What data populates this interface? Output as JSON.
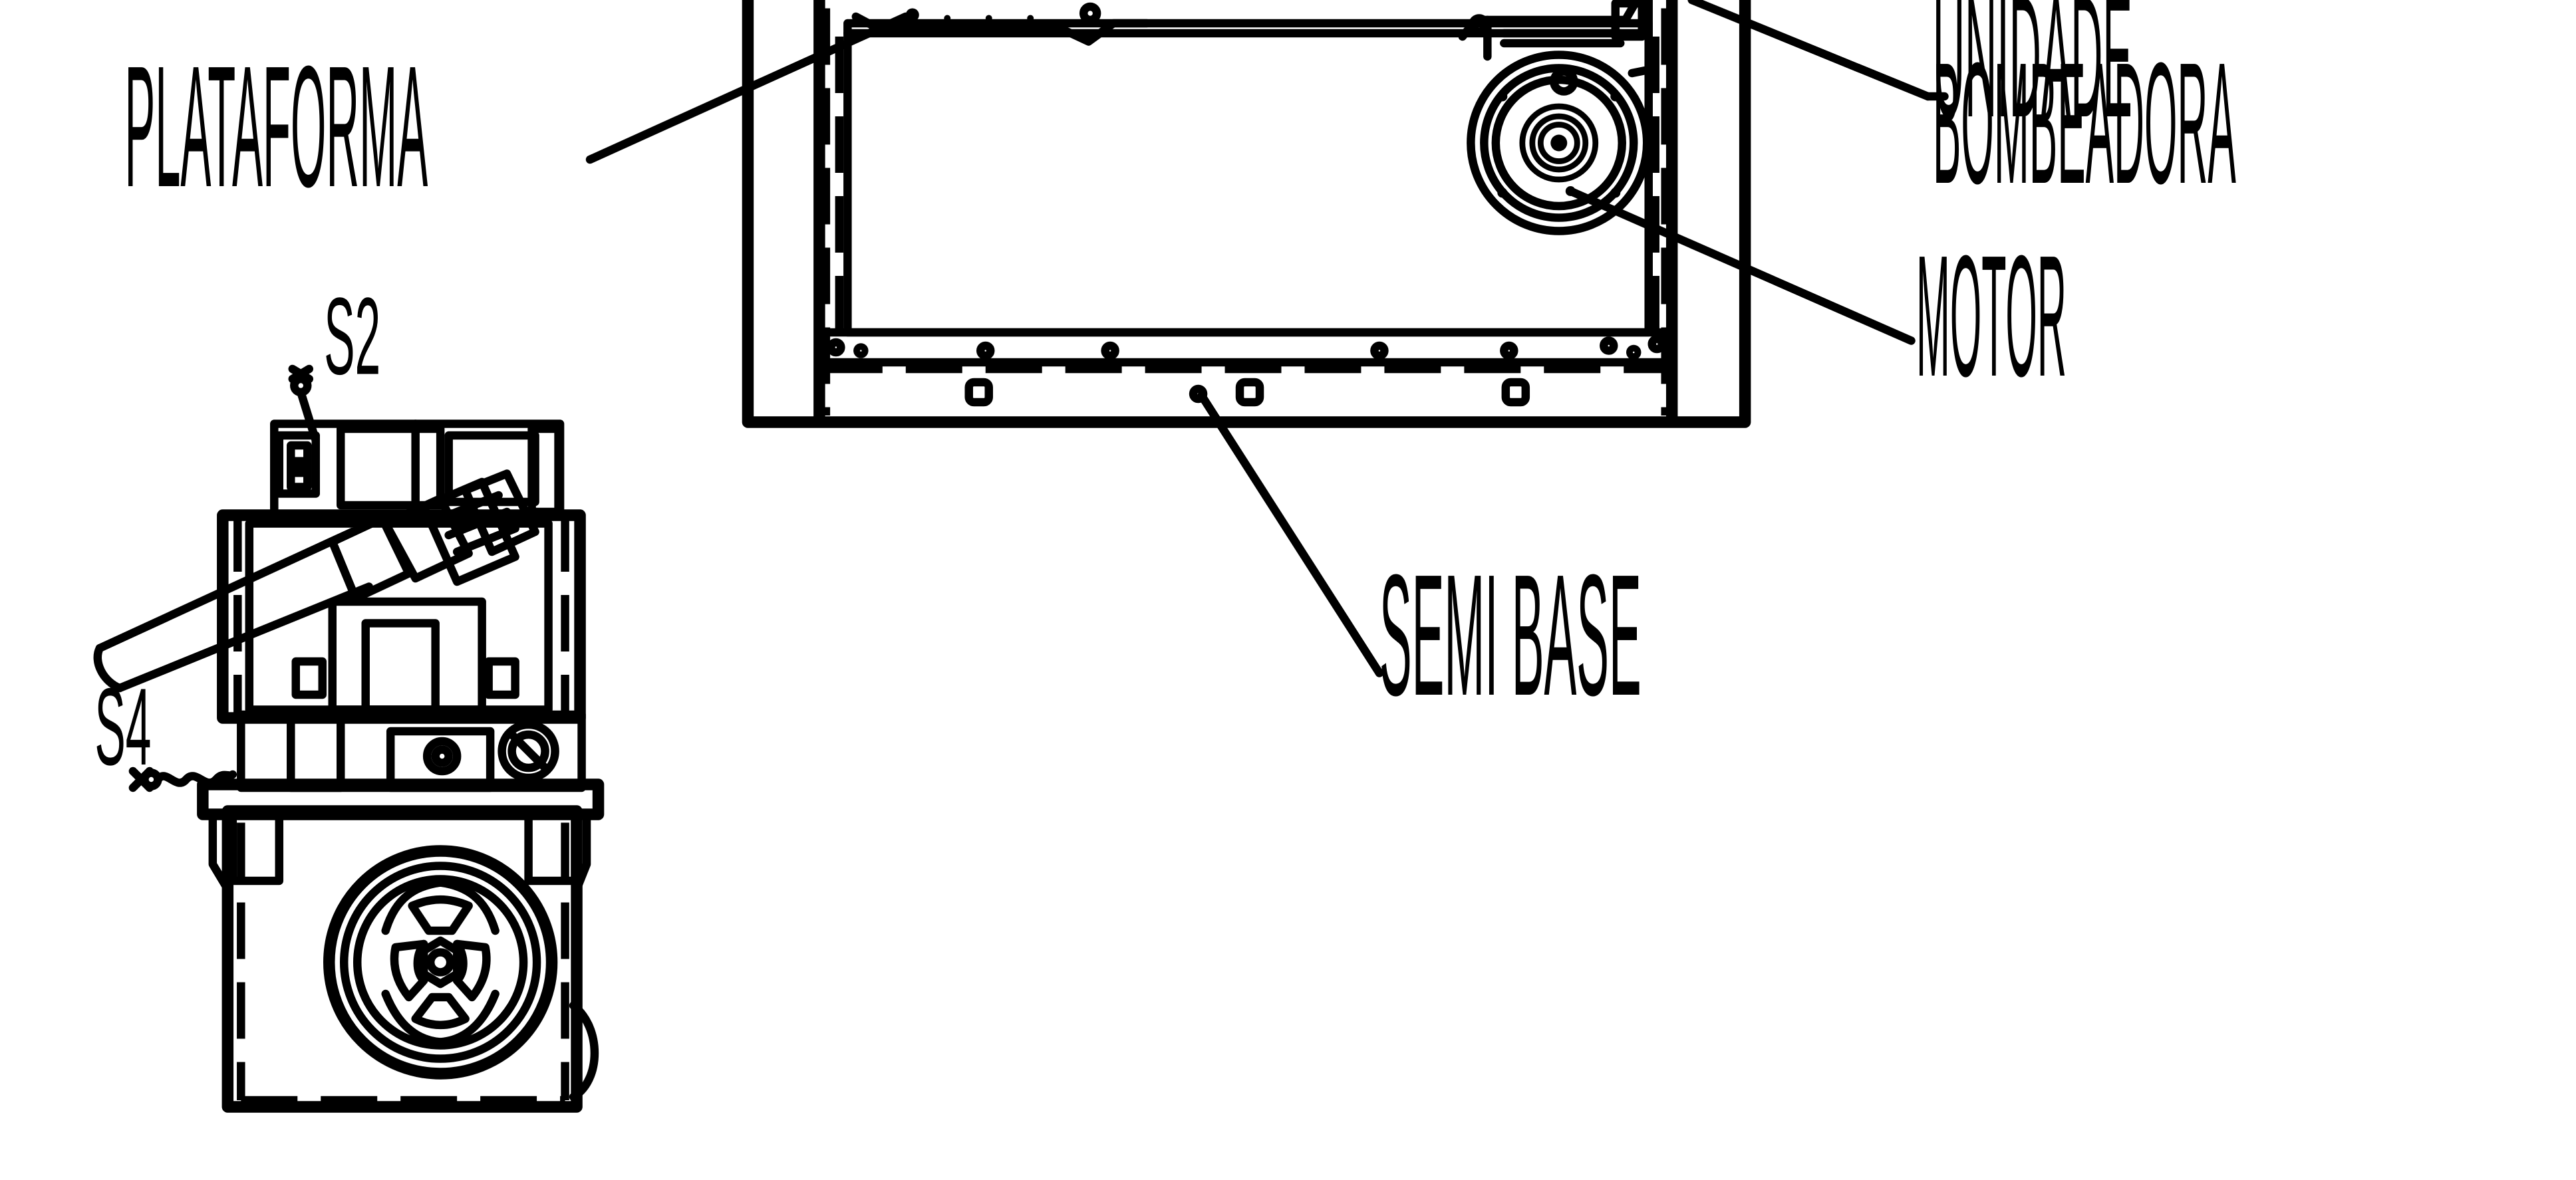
{
  "labels": {
    "plataforma": "PLATAFORMA",
    "unidade_line1": "UNIDADE",
    "unidade_line2": "BOMBEADORA",
    "motor": "MOTOR",
    "semi_base": "SEMI BASE",
    "s2": "S2",
    "s4": "S4"
  }
}
